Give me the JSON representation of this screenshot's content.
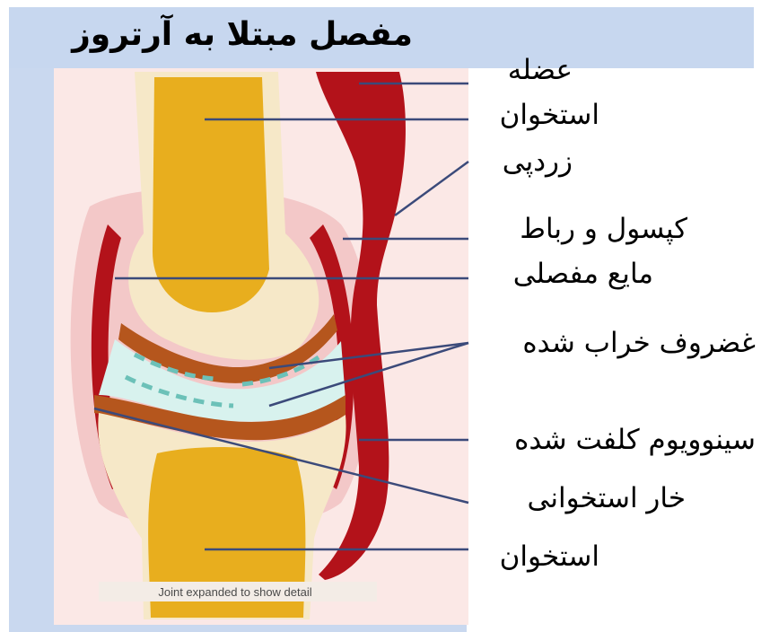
{
  "title": "مفصل مبتلا به آرتروز",
  "caption": "Joint expanded to show detail",
  "labels": {
    "muscle": "عضله",
    "bone_top": "استخوان",
    "yellow_fat": "زردپی",
    "capsule_ligament": "کپسول و رباط",
    "joint_fluid": "مایع مفصلی",
    "damaged_cartilage": "غضروف خراب شده",
    "thickened_synovium": "سینوویوم کلفت شده",
    "bone_spur": "خار استخوانی",
    "bone_bottom": "استخوان"
  },
  "colors": {
    "title_band": "#c7d7ef",
    "panel_background": "#c9d8ef",
    "muscle": "#b3121a",
    "bone": "#e8ae1e",
    "bone_edge": "#f6e8c8",
    "capsule": "#f3c8c8",
    "cartilage": "#d8f2ee",
    "leader_line": "#3b4a7a"
  }
}
